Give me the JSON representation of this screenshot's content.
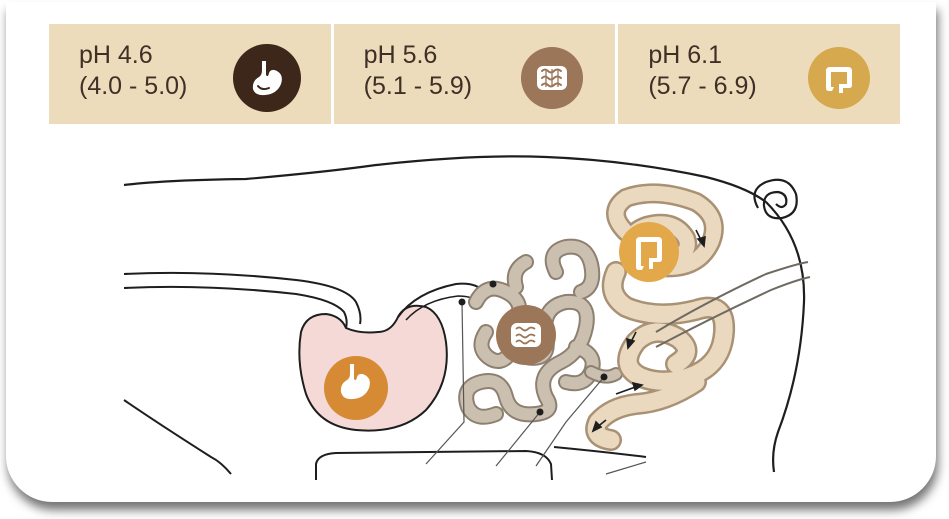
{
  "segments": [
    {
      "ph": "pH 4.6",
      "range": "(4.0 - 5.0)",
      "icon": "stomach-icon",
      "color": "#3d261a"
    },
    {
      "ph": "pH 5.6",
      "range": "(5.1 - 5.9)",
      "icon": "small-intestine-icon",
      "color": "#9b7659"
    },
    {
      "ph": "pH 6.1",
      "range": "(5.7 - 6.9)",
      "icon": "large-intestine-icon",
      "color": "#d6a94f"
    }
  ],
  "colors": {
    "banner_background": "#eddcbc",
    "stomach_fill": "#f4d9d6",
    "small_intestine_fill": "#cbbfb0",
    "large_intestine_fill": "#ead9bf",
    "outline": "#1e1e1e"
  }
}
